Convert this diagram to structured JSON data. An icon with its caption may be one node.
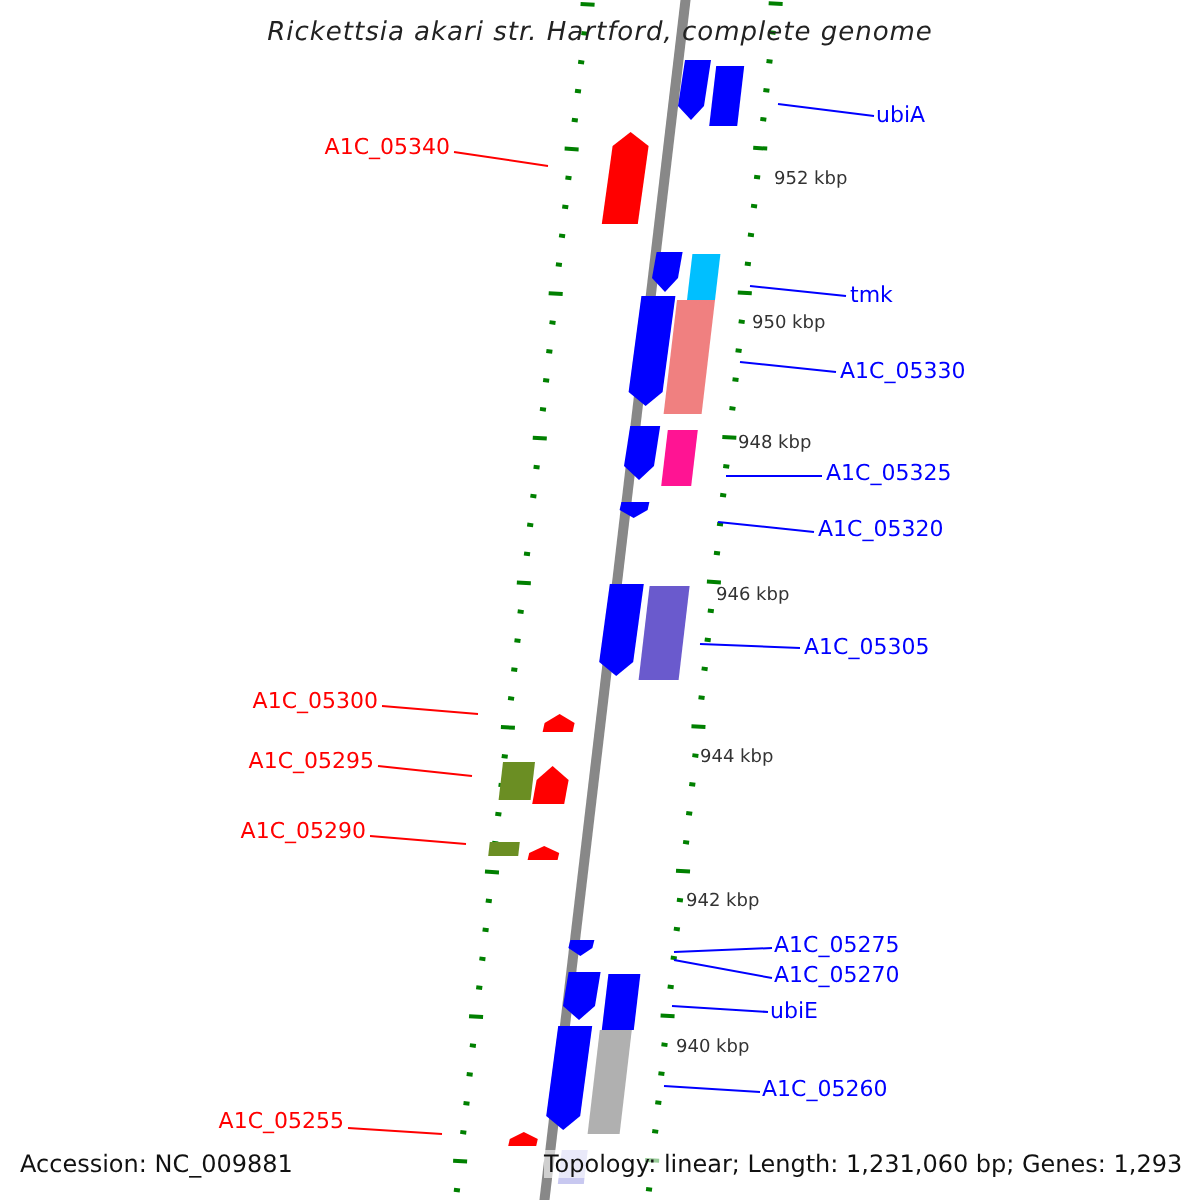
{
  "diagram": {
    "title": "Rickettsia akari str. Hartford, complete genome",
    "nodes": [
      {
        "text": [
          "A1C_05340"
        ]
      },
      {
        "text": [
          "ubiA"
        ]
      },
      {
        "text": [
          "tmk"
        ]
      },
      {
        "text": [
          "A1C_05330"
        ]
      },
      {
        "text": [
          "A1C_05325"
        ]
      },
      {
        "text": [
          "A1C_05320"
        ]
      },
      {
        "text": [
          "A1C_05305"
        ]
      },
      {
        "text": [
          "A1C_05300"
        ]
      },
      {
        "text": [
          "A1C_05295"
        ]
      },
      {
        "text": [
          "A1C_05290"
        ]
      },
      {
        "text": [
          "A1C_05275"
        ]
      },
      {
        "text": [
          "A1C_05270"
        ]
      },
      {
        "text": [
          "ubiE"
        ]
      },
      {
        "text": [
          "A1C_05260"
        ]
      },
      {
        "text": [
          "A1C_05255"
        ]
      }
    ],
    "edges": [
      {
        "from": 0,
        "to": null,
        "arrow": "none",
        "color": "#ff0000"
      },
      {
        "from": 1,
        "to": null,
        "arrow": "none"
      },
      {
        "from": 2,
        "to": null,
        "arrow": "none"
      },
      {
        "from": 3,
        "to": null,
        "arrow": "none"
      },
      {
        "from": 4,
        "to": null,
        "arrow": "none"
      },
      {
        "from": 5,
        "to": null,
        "arrow": "none"
      },
      {
        "from": 6,
        "to": null,
        "arrow": "none"
      },
      {
        "from": 7,
        "to": null,
        "arrow": "none",
        "color": "#ff0000"
      },
      {
        "from": 8,
        "to": null,
        "arrow": "none",
        "color": "#ff0000"
      },
      {
        "from": 9,
        "to": null,
        "arrow": "none",
        "color": "#ff0000"
      },
      {
        "from": 10,
        "to": null,
        "arrow": "none"
      },
      {
        "from": 11,
        "to": null,
        "arrow": "none"
      },
      {
        "from": 12,
        "to": null,
        "arrow": "none"
      },
      {
        "from": 13,
        "to": null,
        "arrow": "none"
      },
      {
        "from": 14,
        "to": null,
        "arrow": "none",
        "color": "#ff0000"
      }
    ],
    "labels": [
      "952 kbp",
      "950 kbp",
      "948 kbp",
      "946 kbp",
      "944 kbp",
      "942 kbp",
      "940 kbp",
      "Accession: NC_009881",
      "Topology: linear; Length: 1,231,060 bp; Genes: 1,293"
    ]
  }
}
